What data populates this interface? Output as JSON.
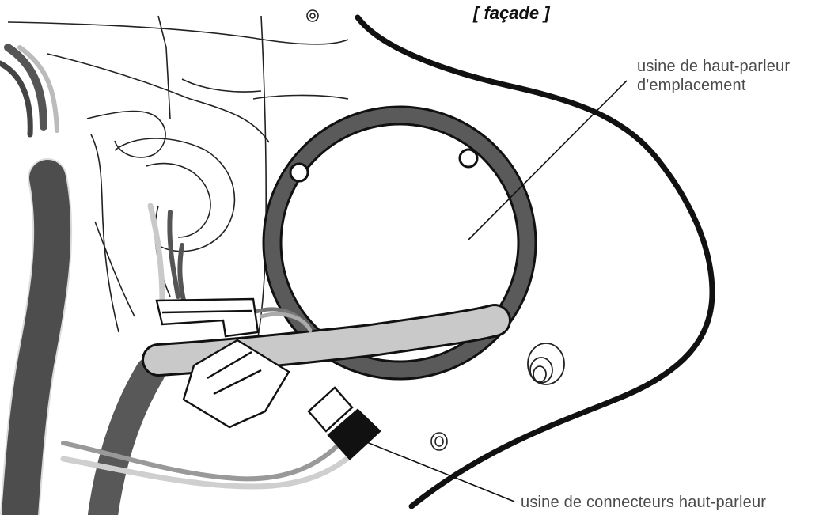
{
  "view_title": "[ façade ]",
  "callouts": {
    "speaker_mount": {
      "line1": "usine de haut-parleur",
      "line2": "d'emplacement"
    },
    "speaker_connectors": "usine de connecteurs haut-parleur"
  },
  "colors": {
    "ring": "#5a5a5a",
    "harness": "#585858",
    "wire_light": "#c9c9c9",
    "outline": "#111111",
    "connector_black": "#111111"
  }
}
